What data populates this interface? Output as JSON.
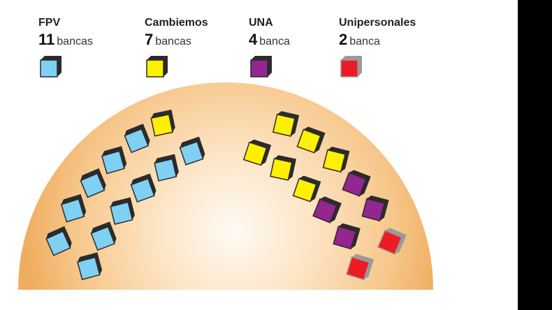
{
  "colors": {
    "background_outer": "#ffffff",
    "hemicycle_edge": "#f0ad5f",
    "hemicycle_center": "#fffaf4",
    "seat_side": "#2b2b2b",
    "black_bar": "#000000"
  },
  "parties": [
    {
      "id": "fpv",
      "name": "FPV",
      "count": "11",
      "unit": "bancas",
      "color": "#7fd0f3"
    },
    {
      "id": "cambiemos",
      "name": "Cambiemos",
      "count": "7",
      "unit": "bancas",
      "color": "#fdf000"
    },
    {
      "id": "una",
      "name": "UNA",
      "count": "4",
      "unit": "banca",
      "color": "#93268f"
    },
    {
      "id": "unipersonales",
      "name": "Unipersonales",
      "count": "2",
      "unit": "banca",
      "color": "#ed1c24",
      "side_color": "#9a9a9a"
    }
  ]
}
